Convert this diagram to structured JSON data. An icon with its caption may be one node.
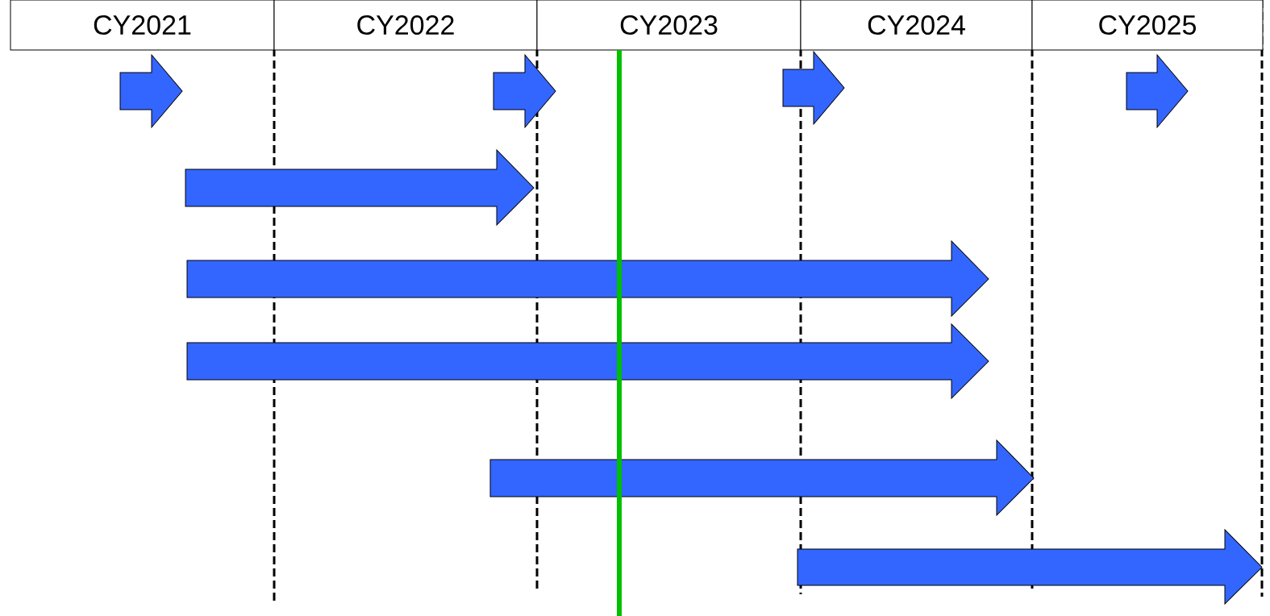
{
  "diagram": {
    "nodes": [
      {
        "text": [
          "CY2021"
        ]
      },
      {
        "text": [
          "CY2022"
        ]
      },
      {
        "text": [
          "CY2023"
        ]
      },
      {
        "text": [
          "CY2024"
        ]
      },
      {
        "text": [
          "CY2025"
        ]
      },
      {
        "text": [],
        "shape": "arrow"
      },
      {
        "text": [],
        "shape": "arrow"
      },
      {
        "text": [],
        "shape": "arrow"
      },
      {
        "text": [],
        "shape": "arrow"
      },
      {
        "text": [],
        "shape": "arrow"
      },
      {
        "text": [],
        "shape": "arrow"
      },
      {
        "text": [],
        "shape": "arrow"
      },
      {
        "text": [],
        "shape": "arrow"
      },
      {
        "text": [],
        "shape": "arrow"
      }
    ]
  }
}
